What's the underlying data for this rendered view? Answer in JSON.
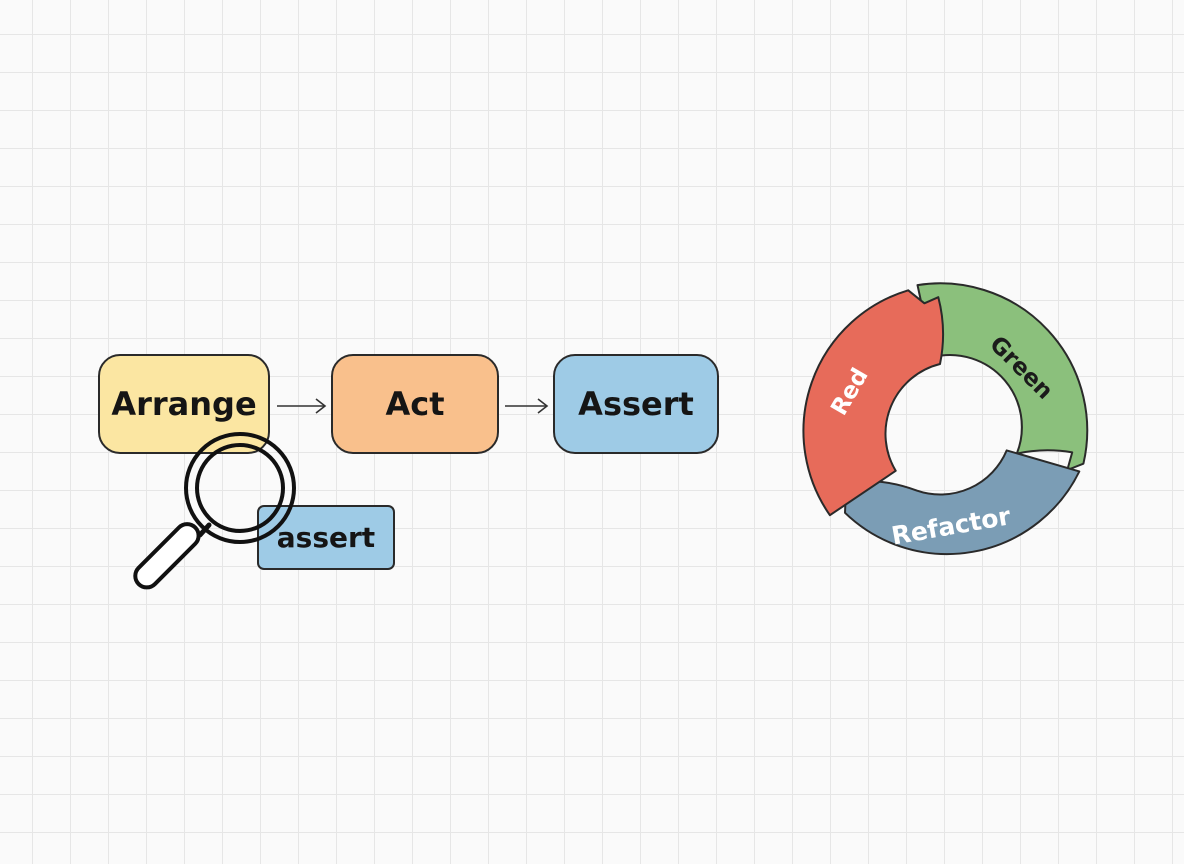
{
  "aaa": {
    "steps": [
      {
        "label": "Arrange",
        "color": "#fbe6a2"
      },
      {
        "label": "Act",
        "color": "#f9c08c"
      },
      {
        "label": "Assert",
        "color": "#9ecbe6"
      }
    ],
    "zoom_label": "assert",
    "zoom_color": "#9ecbe6",
    "icons": {
      "arrow": "right-arrow-icon",
      "magnifier": "magnifying-glass-icon"
    }
  },
  "cycle": {
    "red": {
      "label": "Red",
      "color": "#e76b5a"
    },
    "green": {
      "label": "Green",
      "color": "#8bc07c"
    },
    "refactor": {
      "label": "Refactor",
      "color": "#7b9db5"
    }
  }
}
